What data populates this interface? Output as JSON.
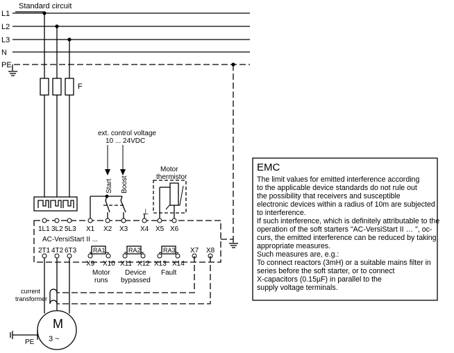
{
  "circuit": {
    "title": "Standard circuit",
    "lines": [
      "L1",
      "L2",
      "L3",
      "N",
      "PE"
    ],
    "fuse_label": "F",
    "control_voltage": [
      "ext. control voltage",
      "10 ... 24VDC"
    ],
    "switches": [
      "Start",
      "Boost"
    ],
    "ground_symbol": "⊥",
    "thermistor": [
      "Motor",
      "thermistor"
    ],
    "top_terminals": [
      "1L1",
      "3L2",
      "5L3",
      "X1",
      "X2",
      "X3",
      "X4",
      "X5",
      "X6"
    ],
    "device_name": "AC-VersiStart II ...",
    "bottom_terminals": [
      "2T1",
      "4T2",
      "6T3"
    ],
    "relays": [
      "RA1",
      "RA2",
      "RA3"
    ],
    "relay_terminals": [
      "X9",
      "X10",
      "X11",
      "X12",
      "X13",
      "X14",
      "X7",
      "X8"
    ],
    "relay_labels": [
      [
        "Motor",
        "runs"
      ],
      [
        "Device",
        "bypassed"
      ],
      [
        "Fault"
      ]
    ],
    "current_transformer": [
      "current",
      "transformer"
    ],
    "motor": [
      "M",
      "3 ~"
    ],
    "motor_pe": "PE"
  },
  "emc": {
    "title": "EMC",
    "lines": [
      "The limit values for emitted interference according",
      "to the applicable device standards do not rule out",
      "the possibility that receivers and susceptible",
      "electronic devices within a radius of 10m are subjected",
      "to interference.",
      "If such interference, which is definitely attributable to the",
      "operation of the soft starters \"AC-VersiStart II … \", oc-",
      "curs, the emitted interference can be reduced by taking",
      "appropriate measures.",
      "Such measures are, e.g.:",
      "To connect reactors (3mH) or a suitable mains filter in",
      "series before the soft starter, or to connect",
      "X-capacitors (0.15µF) in parallel to the",
      "supply voltage terminals."
    ]
  }
}
